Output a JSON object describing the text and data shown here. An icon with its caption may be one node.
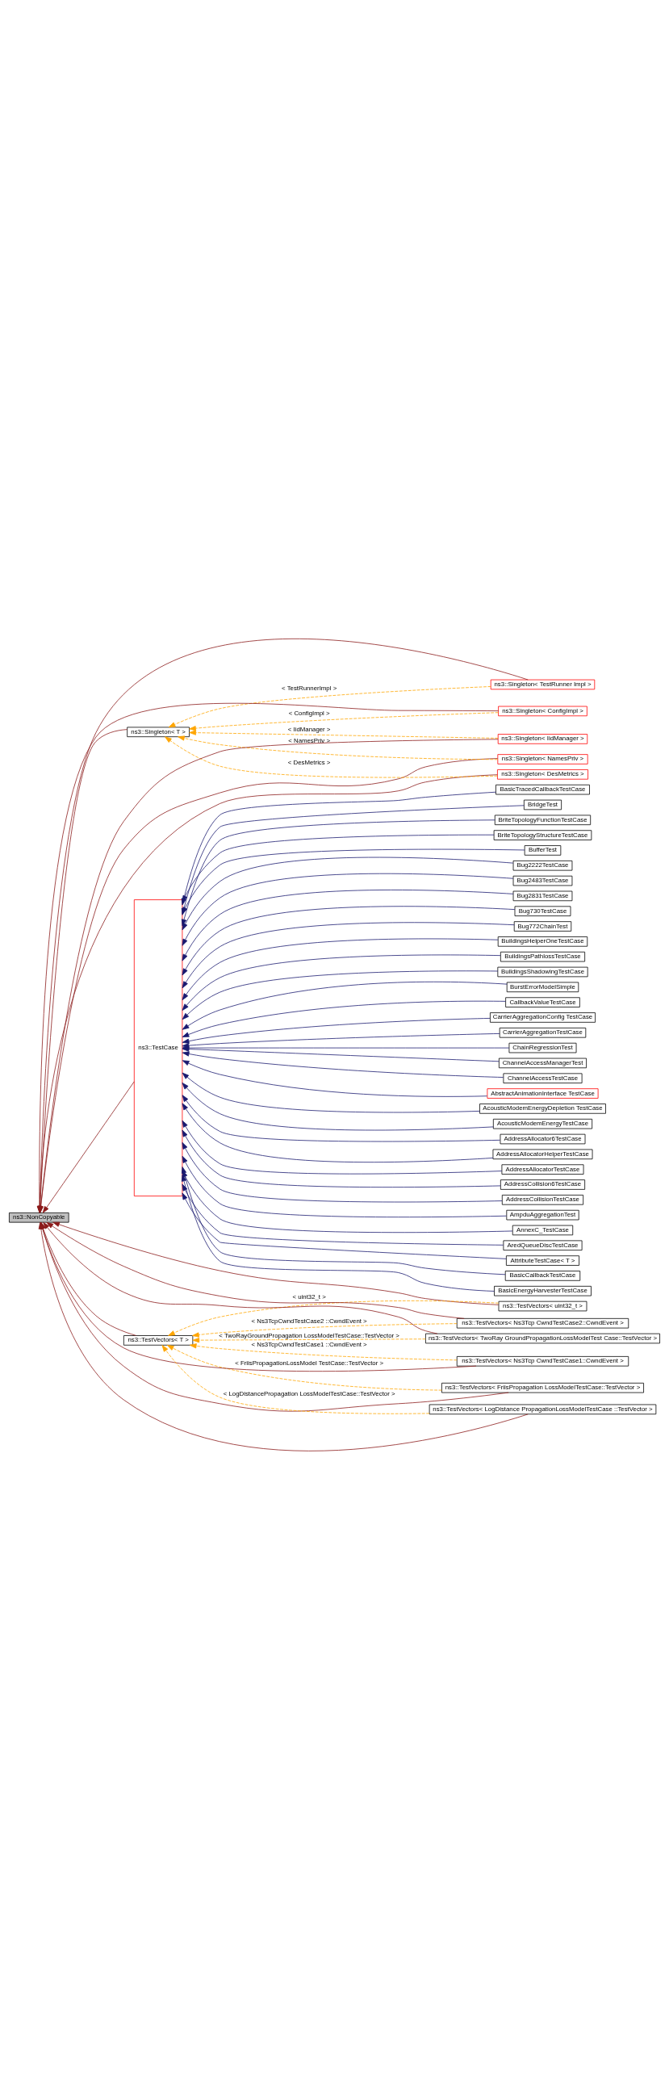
{
  "diagram": {
    "nodes": [
      {
        "text": [
          "ns3::NonCopyable"
        ]
      },
      {
        "text": [
          "ns3::Singleton< T >"
        ]
      },
      {
        "text": [
          "ns3::TestCase"
        ]
      },
      {
        "text": [
          "ns3::TestVectors< T >"
        ]
      },
      {
        "text": [
          "ns3::Singleton< TestRunner Impl >"
        ]
      },
      {
        "text": [
          "ns3::Singleton< ConfigImpl >"
        ]
      },
      {
        "text": [
          "ns3::Singleton< NamesPriv >"
        ]
      },
      {
        "text": [
          "ns3::Singleton< DesMetrics >"
        ]
      },
      {
        "text": [
          "ns3::Singleton< IidManager >"
        ]
      },
      {
        "text": [
          "AcousticModemEnergyTestCase"
        ]
      },
      {
        "text": [
          "AddressAllocator6TestCase"
        ]
      },
      {
        "text": [
          "AddressAllocatorHelperTestCase"
        ]
      },
      {
        "text": [
          "AddressAllocatorTestCase"
        ]
      },
      {
        "text": [
          "AddressCollision6TestCase"
        ]
      },
      {
        "text": [
          "AddressCollisionTestCase"
        ]
      },
      {
        "text": [
          "AmpduAggregationTest"
        ]
      },
      {
        "text": [
          "AnnexC_TestCase"
        ]
      },
      {
        "text": [
          "AredQueueDiscTestCase"
        ]
      },
      {
        "text": [
          "AttributeTestCase< T >"
        ]
      },
      {
        "text": [
          "BasicCallbackTestCase"
        ]
      },
      {
        "text": [
          "BasicEnergyHarvesterTestCase"
        ]
      },
      {
        "text": [
          "BasicTracedCallbackTestCase"
        ]
      },
      {
        "text": [
          "BridgeTest"
        ]
      },
      {
        "text": [
          "BriteTopologyFunctionTestCase"
        ]
      },
      {
        "text": [
          "BriteTopologyStructureTestCase"
        ]
      },
      {
        "text": [
          "BufferTest"
        ]
      },
      {
        "text": [
          "Bug2222TestCase"
        ]
      },
      {
        "text": [
          "Bug2483TestCase"
        ]
      },
      {
        "text": [
          "Bug2831TestCase"
        ]
      },
      {
        "text": [
          "Bug730TestCase"
        ]
      },
      {
        "text": [
          "Bug772ChainTest"
        ]
      },
      {
        "text": [
          "BuildingsHelperOneTestCase"
        ]
      },
      {
        "text": [
          "BuildingsPathlossTestCase"
        ]
      },
      {
        "text": [
          "BuildingsShadowingTestCase"
        ]
      },
      {
        "text": [
          "BurstErrorModelSimple"
        ]
      },
      {
        "text": [
          "CallbackValueTestCase"
        ]
      },
      {
        "text": [
          "CarrierAggregationConfig TestCase"
        ]
      },
      {
        "text": [
          "CarrierAggregationTestCase"
        ]
      },
      {
        "text": [
          "ChainRegressionTest"
        ]
      },
      {
        "text": [
          "ChannelAccessManagerTest"
        ]
      },
      {
        "text": [
          "ChannelAccessTestCase"
        ]
      },
      {
        "text": [
          "AbstractAnimationInterface TestCase"
        ]
      },
      {
        "text": [
          "AcousticModemEnergyDepletion TestCase"
        ]
      },
      {
        "text": [
          "ns3::TestVectors< uint32_t >"
        ]
      },
      {
        "text": [
          "ns3::TestVectors< Ns3Tcp CwndTestCase2::CwndEvent >"
        ]
      },
      {
        "text": [
          "ns3::TestVectors< TwoRay GroundPropagationLossModelTest Case::TestVector >"
        ]
      },
      {
        "text": [
          "ns3::TestVectors< FriisPropagation LossModelTestCase::TestVector >"
        ]
      },
      {
        "text": [
          "ns3::TestVectors< Ns3Tcp CwndTestCase1::CwndEvent >"
        ]
      },
      {
        "text": [
          "ns3::TestVectors< LogDistance PropagationLossModelTestCase ::TestVector >"
        ]
      }
    ],
    "edges": [
      {
        "from": 1,
        "to": 0,
        "arrow": "to",
        "color": "#8b1a1a"
      },
      {
        "from": 2,
        "to": 0,
        "arrow": "to",
        "color": "#8b1a1a"
      },
      {
        "from": 3,
        "to": 0,
        "arrow": "to",
        "color": "#8b1a1a"
      },
      {
        "from": 4,
        "to": 0,
        "arrow": "to",
        "color": "#8b1a1a"
      },
      {
        "from": 5,
        "to": 0,
        "arrow": "to",
        "color": "#8b1a1a"
      },
      {
        "from": 6,
        "to": 0,
        "arrow": "to",
        "color": "#8b1a1a"
      },
      {
        "from": 7,
        "to": 0,
        "arrow": "to",
        "color": "#8b1a1a"
      },
      {
        "from": 8,
        "to": 0,
        "arrow": "to",
        "color": "#8b1a1a"
      },
      {
        "from": 43,
        "to": 0,
        "arrow": "to",
        "color": "#8b1a1a"
      },
      {
        "from": 44,
        "to": 0,
        "arrow": "to",
        "color": "#8b1a1a"
      },
      {
        "from": 45,
        "to": 0,
        "arrow": "to",
        "color": "#8b1a1a"
      },
      {
        "from": 46,
        "to": 0,
        "arrow": "to",
        "color": "#8b1a1a"
      },
      {
        "from": 47,
        "to": 0,
        "arrow": "to",
        "color": "#8b1a1a"
      },
      {
        "from": 48,
        "to": 0,
        "arrow": "to",
        "color": "#8b1a1a"
      },
      {
        "from": 4,
        "to": 1,
        "arrow": "to",
        "label": "< TestRunnerImpl >",
        "style": "dashed",
        "color": "#ffa500"
      },
      {
        "from": 5,
        "to": 1,
        "arrow": "to",
        "label": "< ConfigImpl >",
        "style": "dashed",
        "color": "#ffa500"
      },
      {
        "from": 6,
        "to": 1,
        "arrow": "to",
        "label": "< NamesPriv >",
        "style": "dashed",
        "color": "#ffa500"
      },
      {
        "from": 7,
        "to": 1,
        "arrow": "to",
        "label": "< DesMetrics >",
        "style": "dashed",
        "color": "#ffa500"
      },
      {
        "from": 8,
        "to": 1,
        "arrow": "to",
        "label": "< IidManager >",
        "style": "dashed",
        "color": "#ffa500"
      },
      {
        "from": 9,
        "to": 2,
        "arrow": "to"
      },
      {
        "from": 10,
        "to": 2,
        "arrow": "to"
      },
      {
        "from": 11,
        "to": 2,
        "arrow": "to"
      },
      {
        "from": 12,
        "to": 2,
        "arrow": "to"
      },
      {
        "from": 13,
        "to": 2,
        "arrow": "to"
      },
      {
        "from": 14,
        "to": 2,
        "arrow": "to"
      },
      {
        "from": 15,
        "to": 2,
        "arrow": "to"
      },
      {
        "from": 16,
        "to": 2,
        "arrow": "to"
      },
      {
        "from": 17,
        "to": 2,
        "arrow": "to"
      },
      {
        "from": 18,
        "to": 2,
        "arrow": "to"
      },
      {
        "from": 19,
        "to": 2,
        "arrow": "to"
      },
      {
        "from": 20,
        "to": 2,
        "arrow": "to"
      },
      {
        "from": 21,
        "to": 2,
        "arrow": "to"
      },
      {
        "from": 22,
        "to": 2,
        "arrow": "to"
      },
      {
        "from": 23,
        "to": 2,
        "arrow": "to"
      },
      {
        "from": 24,
        "to": 2,
        "arrow": "to"
      },
      {
        "from": 25,
        "to": 2,
        "arrow": "to"
      },
      {
        "from": 26,
        "to": 2,
        "arrow": "to"
      },
      {
        "from": 27,
        "to": 2,
        "arrow": "to"
      },
      {
        "from": 28,
        "to": 2,
        "arrow": "to"
      },
      {
        "from": 29,
        "to": 2,
        "arrow": "to"
      },
      {
        "from": 30,
        "to": 2,
        "arrow": "to"
      },
      {
        "from": 31,
        "to": 2,
        "arrow": "to"
      },
      {
        "from": 32,
        "to": 2,
        "arrow": "to"
      },
      {
        "from": 33,
        "to": 2,
        "arrow": "to"
      },
      {
        "from": 34,
        "to": 2,
        "arrow": "to"
      },
      {
        "from": 35,
        "to": 2,
        "arrow": "to"
      },
      {
        "from": 36,
        "to": 2,
        "arrow": "to"
      },
      {
        "from": 37,
        "to": 2,
        "arrow": "to"
      },
      {
        "from": 38,
        "to": 2,
        "arrow": "to"
      },
      {
        "from": 39,
        "to": 2,
        "arrow": "to"
      },
      {
        "from": 40,
        "to": 2,
        "arrow": "to"
      },
      {
        "from": 41,
        "to": 2,
        "arrow": "to"
      },
      {
        "from": 42,
        "to": 2,
        "arrow": "to"
      },
      {
        "from": 43,
        "to": 3,
        "arrow": "to",
        "label": "< uint32_t >",
        "style": "dashed",
        "color": "#ffa500"
      },
      {
        "from": 44,
        "to": 3,
        "arrow": "to",
        "label": "< Ns3TcpCwndTestCase2 ::CwndEvent >",
        "style": "dashed",
        "color": "#ffa500"
      },
      {
        "from": 45,
        "to": 3,
        "arrow": "to",
        "label": "< TwoRayGroundPropagation LossModelTestCase::TestVector >",
        "style": "dashed",
        "color": "#ffa500"
      },
      {
        "from": 46,
        "to": 3,
        "arrow": "to",
        "label": "< FriisPropagationLossModel TestCase::TestVector >",
        "style": "dashed",
        "color": "#ffa500"
      },
      {
        "from": 47,
        "to": 3,
        "arrow": "to",
        "label": "< Ns3TcpCwndTestCase1 ::CwndEvent >",
        "style": "dashed",
        "color": "#ffa500"
      },
      {
        "from": 48,
        "to": 3,
        "arrow": "to",
        "label": "< LogDistancePropagation LossModelTestCase::TestVector >",
        "style": "dashed",
        "color": "#ffa500"
      }
    ]
  }
}
